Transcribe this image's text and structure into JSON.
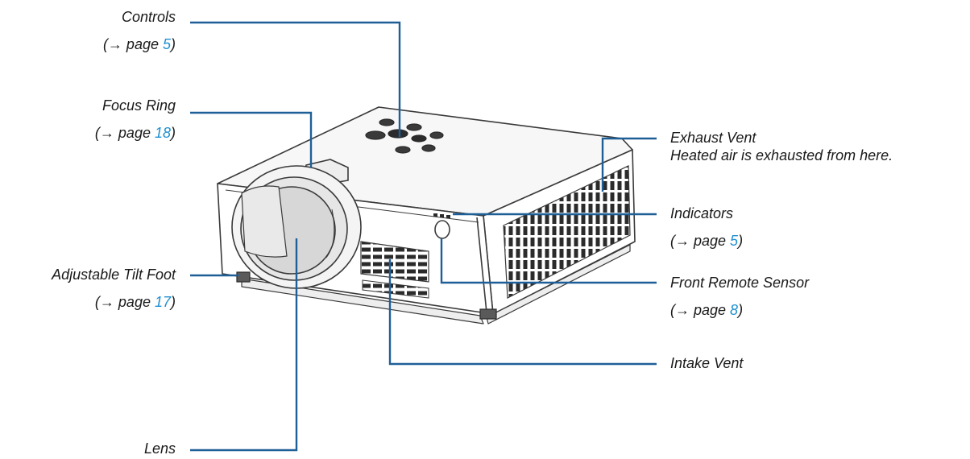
{
  "callouts": {
    "controls": {
      "label": "Controls",
      "ref_prefix": "(→ page ",
      "page": "5",
      "ref_suffix": ")"
    },
    "focus_ring": {
      "label": "Focus Ring",
      "ref_prefix": "(→ page ",
      "page": "18",
      "ref_suffix": ")"
    },
    "tilt_foot": {
      "label": "Adjustable Tilt Foot",
      "ref_prefix": "(→ page ",
      "page": "17",
      "ref_suffix": ")"
    },
    "lens": {
      "label": "Lens"
    },
    "exhaust_vent": {
      "label": "Exhaust Vent",
      "note": "Heated air is exhausted from here."
    },
    "indicators": {
      "label": "Indicators",
      "ref_prefix": "(→ page ",
      "page": "5",
      "ref_suffix": ")"
    },
    "remote_sensor": {
      "label": "Front Remote Sensor",
      "ref_prefix": "(→ page ",
      "page": "8",
      "ref_suffix": ")"
    },
    "intake_vent": {
      "label": "Intake Vent"
    }
  },
  "colors": {
    "leader_line": "#1f5f98",
    "page_link": "#1f8fd0",
    "text": "#1a1a1a",
    "outline": "#3a3a3a"
  }
}
